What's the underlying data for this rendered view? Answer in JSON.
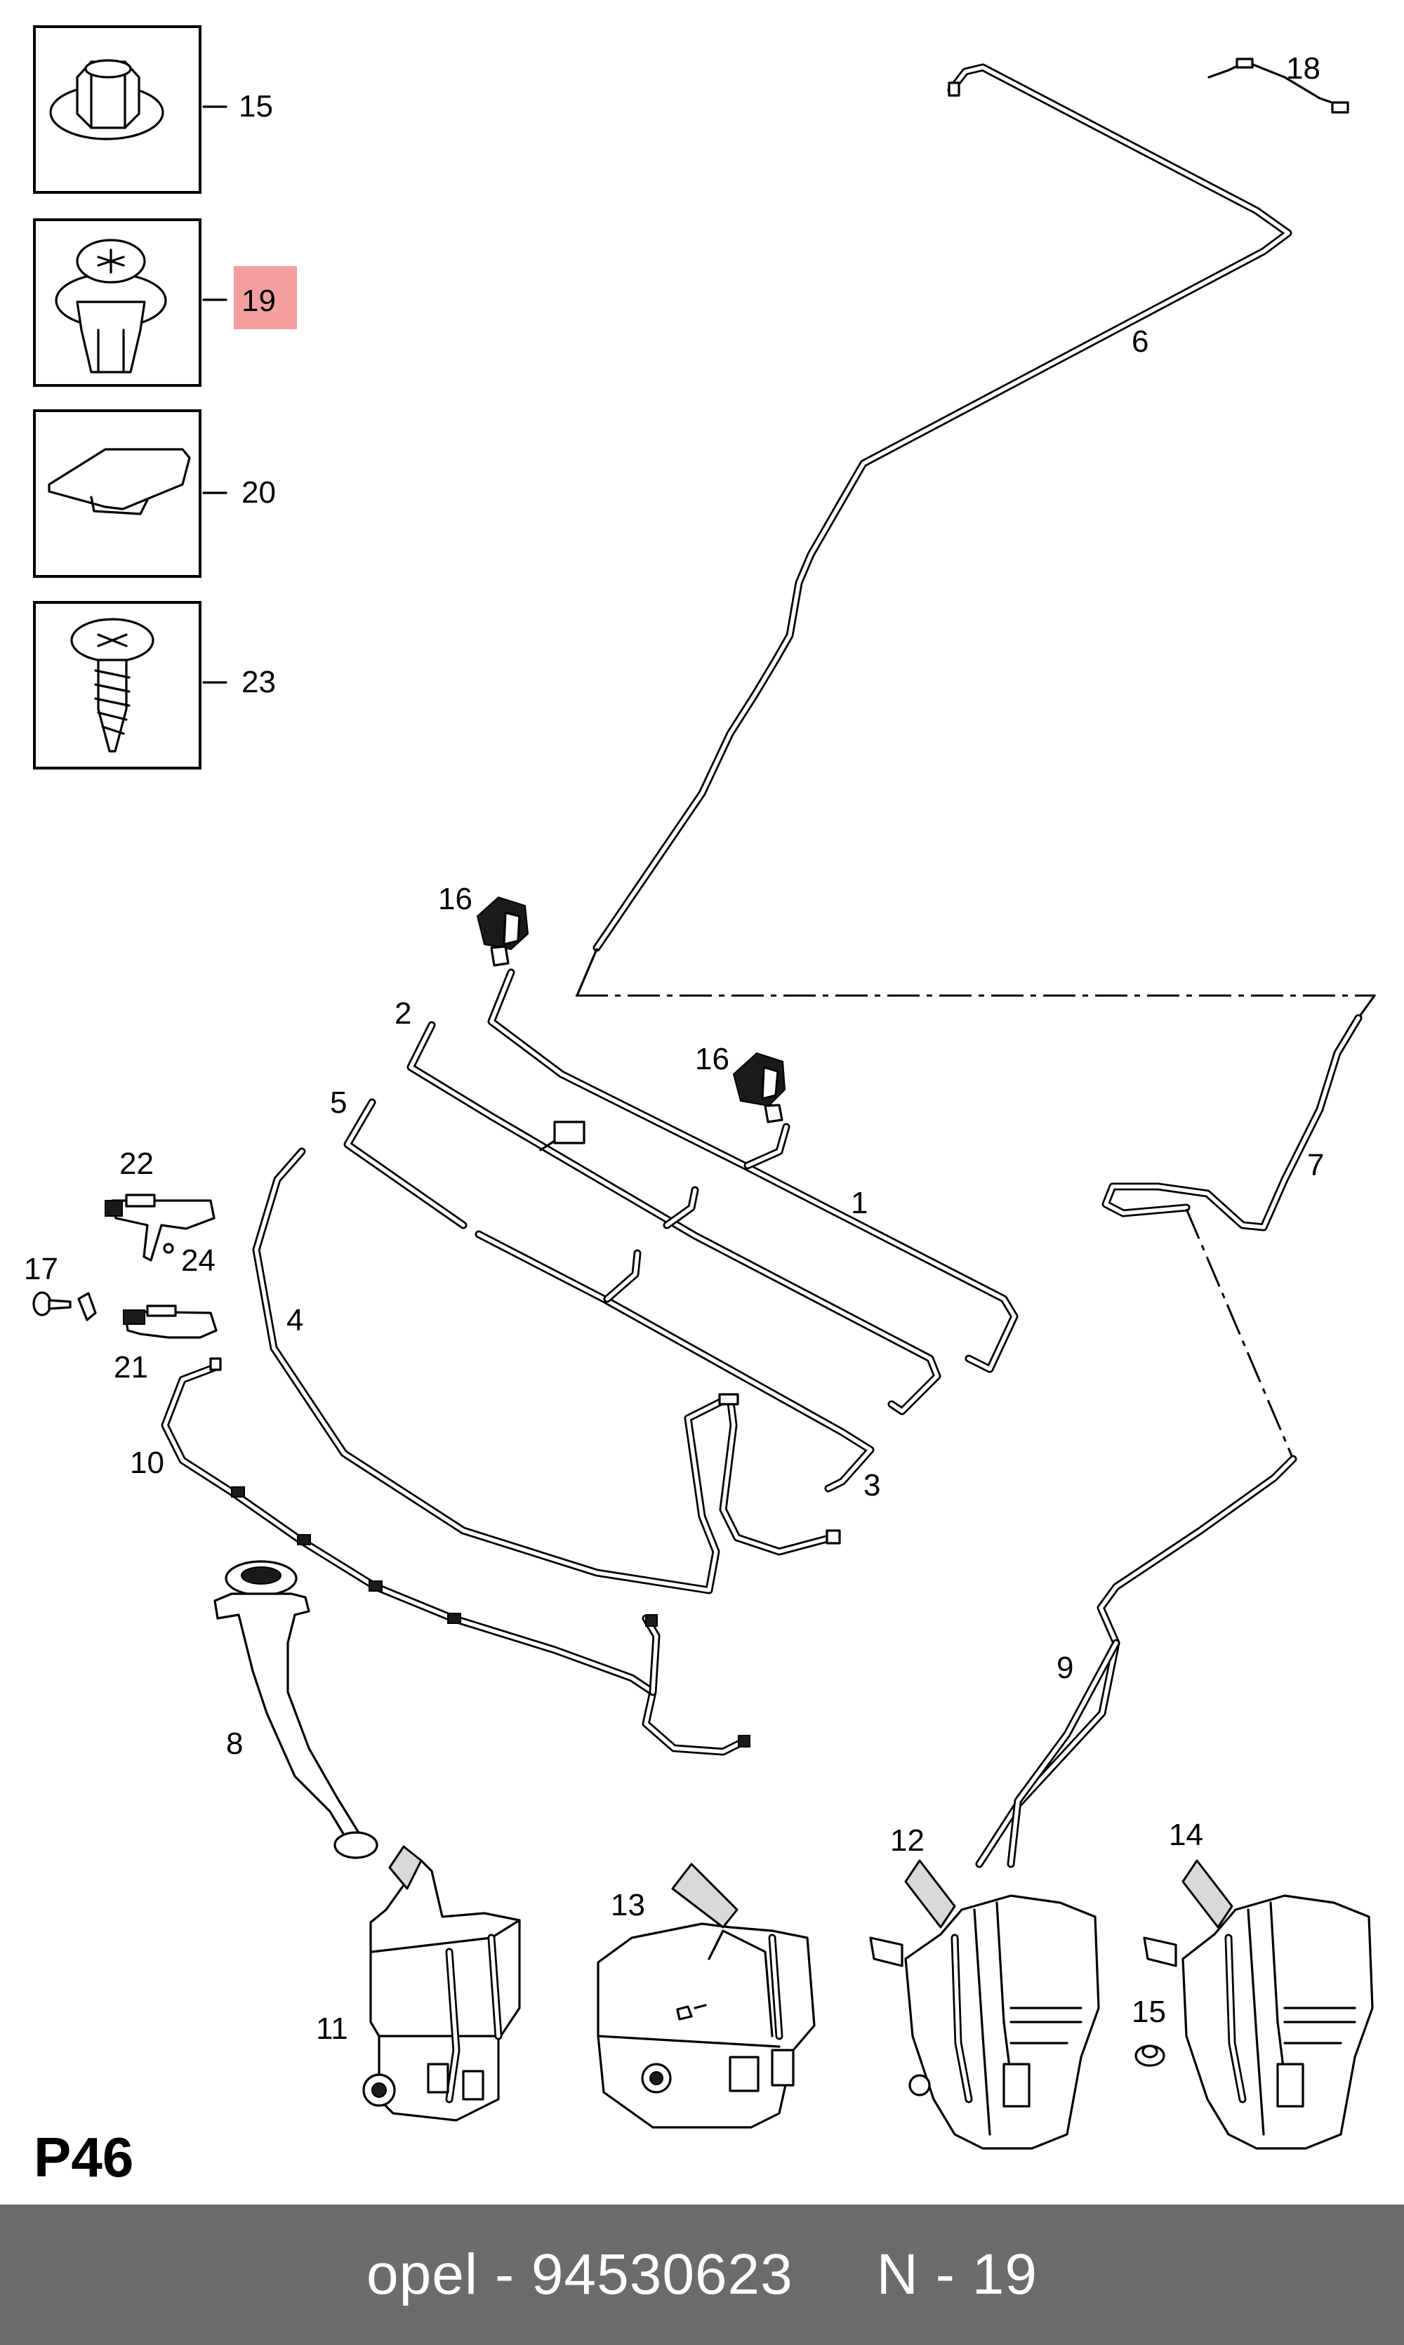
{
  "diagram": {
    "page_code": "P46",
    "highlight_color": "#f4a0a0",
    "callouts": {
      "c1": "1",
      "c2": "2",
      "c3": "3",
      "c4": "4",
      "c5": "5",
      "c6": "6",
      "c7": "7",
      "c8": "8",
      "c9": "9",
      "c10": "10",
      "c11": "11",
      "c12": "12",
      "c13": "13",
      "c14": "14",
      "c15": "15",
      "c16a": "16",
      "c16b": "16",
      "c17": "17",
      "c18": "18",
      "c19": "19",
      "c20": "20",
      "c21": "21",
      "c22": "22",
      "c23": "23",
      "c24": "24"
    },
    "legend": {
      "box15": "15",
      "box19": "19",
      "box20": "20",
      "box23": "23"
    }
  },
  "footer": {
    "text": "opel - 94530623     N - 19"
  }
}
